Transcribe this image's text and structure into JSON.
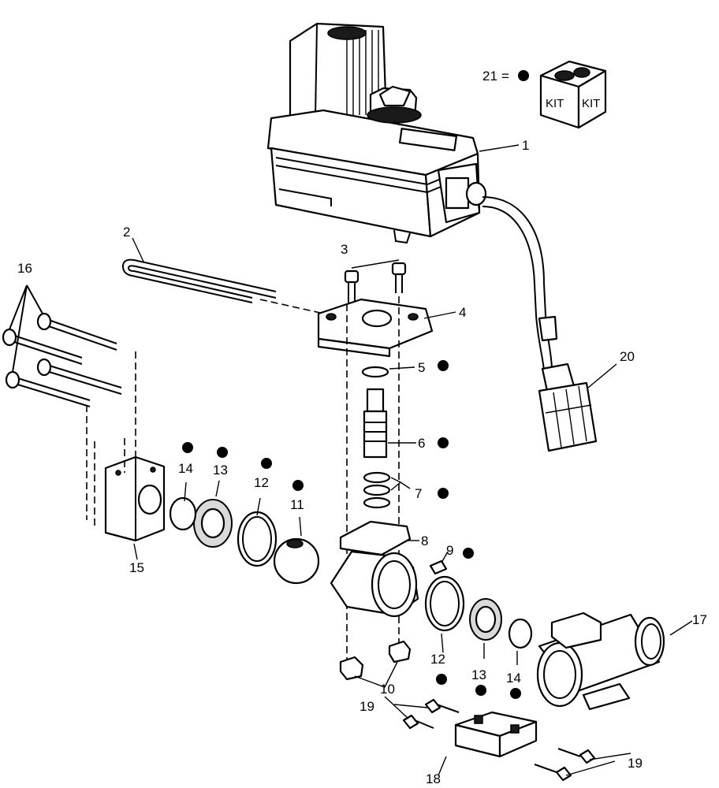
{
  "kit_legend": {
    "number": "21",
    "equals": "=",
    "kit_text": "KIT"
  },
  "callouts": [
    {
      "id": "c1",
      "label": "1"
    },
    {
      "id": "c2",
      "label": "2"
    },
    {
      "id": "c3",
      "label": "3"
    },
    {
      "id": "c4",
      "label": "4"
    },
    {
      "id": "c5",
      "label": "5"
    },
    {
      "id": "c6",
      "label": "6"
    },
    {
      "id": "c7",
      "label": "7"
    },
    {
      "id": "c8",
      "label": "8"
    },
    {
      "id": "c9",
      "label": "9"
    },
    {
      "id": "c10",
      "label": "10"
    },
    {
      "id": "c11",
      "label": "11"
    },
    {
      "id": "c12a",
      "label": "12"
    },
    {
      "id": "c12b",
      "label": "12"
    },
    {
      "id": "c13a",
      "label": "13"
    },
    {
      "id": "c13b",
      "label": "13"
    },
    {
      "id": "c14a",
      "label": "14"
    },
    {
      "id": "c14b",
      "label": "14"
    },
    {
      "id": "c15",
      "label": "15"
    },
    {
      "id": "c16",
      "label": "16"
    },
    {
      "id": "c17",
      "label": "17"
    },
    {
      "id": "c18",
      "label": "18"
    },
    {
      "id": "c19a",
      "label": "19"
    },
    {
      "id": "c19b",
      "label": "19"
    },
    {
      "id": "c20",
      "label": "20"
    }
  ]
}
